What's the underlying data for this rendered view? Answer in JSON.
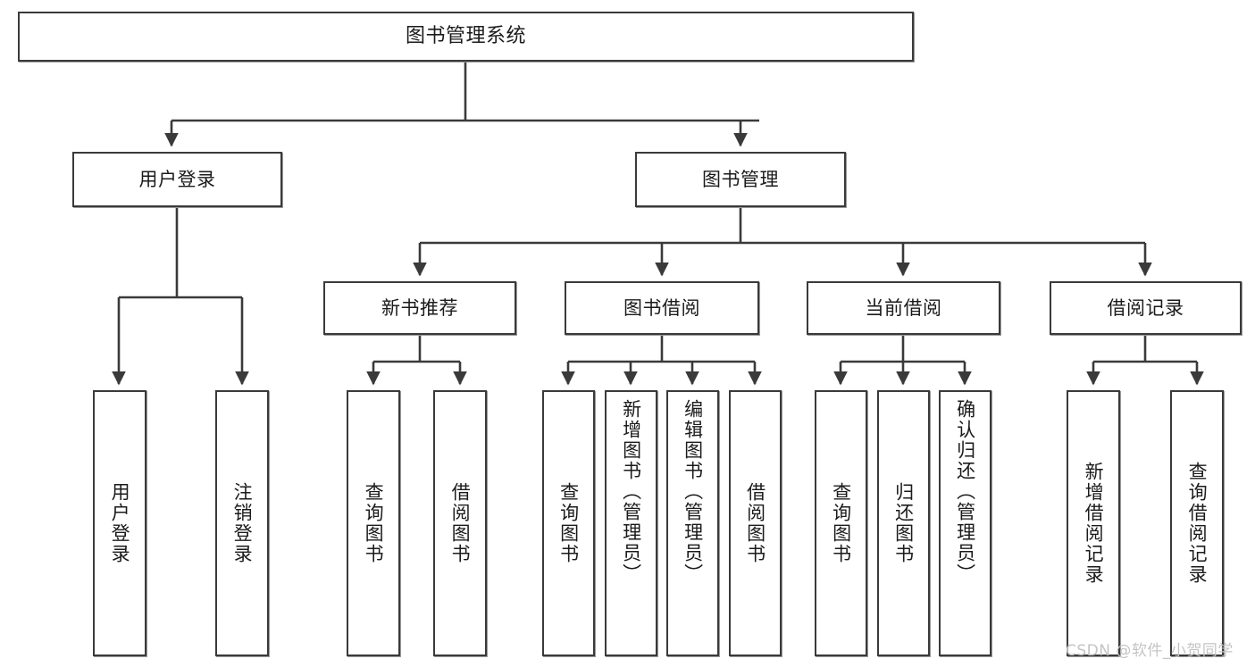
{
  "diagram": {
    "title": "图书管理系统",
    "watermark": "CSDN @软件_小贺同学",
    "line_color": "#3a3a3a",
    "box_fill": "#ffffff",
    "text_color": "#1b1b1b",
    "watermark_color": "#c4c4c4",
    "root": {
      "id": "root",
      "label": "图书管理系统"
    },
    "level2": [
      {
        "id": "user-login",
        "label": "用户登录"
      },
      {
        "id": "book-manage",
        "label": "图书管理"
      }
    ],
    "level3": [
      {
        "id": "new-book-recommend",
        "label": "新书推荐",
        "parent": "book-manage"
      },
      {
        "id": "book-borrow",
        "label": "图书借阅",
        "parent": "book-manage"
      },
      {
        "id": "current-borrow",
        "label": "当前借阅",
        "parent": "book-manage"
      },
      {
        "id": "borrow-record",
        "label": "借阅记录",
        "parent": "book-manage"
      }
    ],
    "leaves": [
      {
        "id": "leaf-user-login",
        "label": "用户登录",
        "parent": "user-login"
      },
      {
        "id": "leaf-user-logout",
        "label": "注销登录",
        "parent": "user-login"
      },
      {
        "id": "leaf-query-book-1",
        "label": "查询图书",
        "parent": "new-book-recommend"
      },
      {
        "id": "leaf-borrow-book-1",
        "label": "借阅图书",
        "parent": "new-book-recommend"
      },
      {
        "id": "leaf-query-book-2",
        "label": "查询图书",
        "parent": "book-borrow"
      },
      {
        "id": "leaf-add-book",
        "label": "新增图书（管理员）",
        "parent": "book-borrow"
      },
      {
        "id": "leaf-edit-book",
        "label": "编辑图书（管理员）",
        "parent": "book-borrow"
      },
      {
        "id": "leaf-borrow-book-2",
        "label": "借阅图书",
        "parent": "book-borrow"
      },
      {
        "id": "leaf-query-book-3",
        "label": "查询图书",
        "parent": "current-borrow"
      },
      {
        "id": "leaf-return-book",
        "label": "归还图书",
        "parent": "current-borrow"
      },
      {
        "id": "leaf-confirm-return",
        "label": "确认归还（管理员）",
        "parent": "current-borrow"
      },
      {
        "id": "leaf-add-record",
        "label": "新增借阅记录",
        "parent": "borrow-record"
      },
      {
        "id": "leaf-query-record",
        "label": "查询借阅记录",
        "parent": "borrow-record"
      }
    ]
  }
}
